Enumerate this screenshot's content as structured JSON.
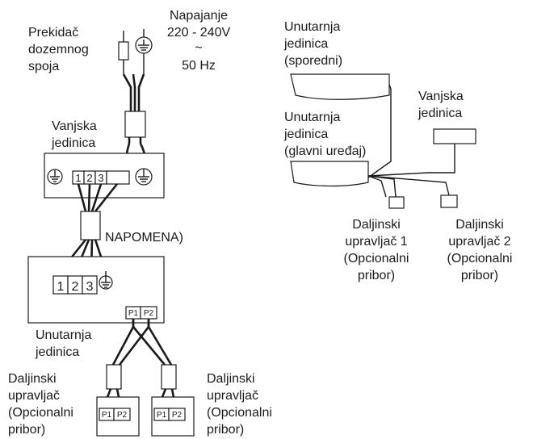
{
  "left": {
    "breaker": [
      "Prekidač",
      "dozemnog",
      "spoja"
    ],
    "supply": [
      "Napajanje",
      "220 - 240V",
      "~",
      "50 Hz"
    ],
    "outdoor": [
      "Vanjska",
      "jedinica"
    ],
    "outdoor_terminals": [
      "1",
      "2",
      "3"
    ],
    "note": "NAPOMENA)",
    "indoor_terminals": [
      "1",
      "2",
      "3"
    ],
    "indoor_remote_terminals": [
      "P1",
      "P2"
    ],
    "indoor": [
      "Unutarnja",
      "jedinica"
    ],
    "remote_left": [
      "Daljinski",
      "upravljač",
      "(Opcionalni",
      "pribor)"
    ],
    "remote_right": [
      "Daljinski",
      "upravljač",
      "(Opcionalni",
      "pribor)"
    ],
    "remote_terminals": [
      "P1",
      "P2"
    ]
  },
  "right": {
    "indoor_secondary": [
      "Unutarnja",
      "jedinica",
      "(sporedni)"
    ],
    "indoor_main": [
      "Unutarnja",
      "jedinica",
      "(glavni uređaj)"
    ],
    "outdoor": [
      "Vanjska",
      "jedinica"
    ],
    "remote1": [
      "Daljinski",
      "upravljač 1",
      "(Opcionalni",
      "pribor)"
    ],
    "remote2": [
      "Daljinski",
      "upravljač 2",
      "(Opcionalni",
      "pribor)"
    ]
  }
}
